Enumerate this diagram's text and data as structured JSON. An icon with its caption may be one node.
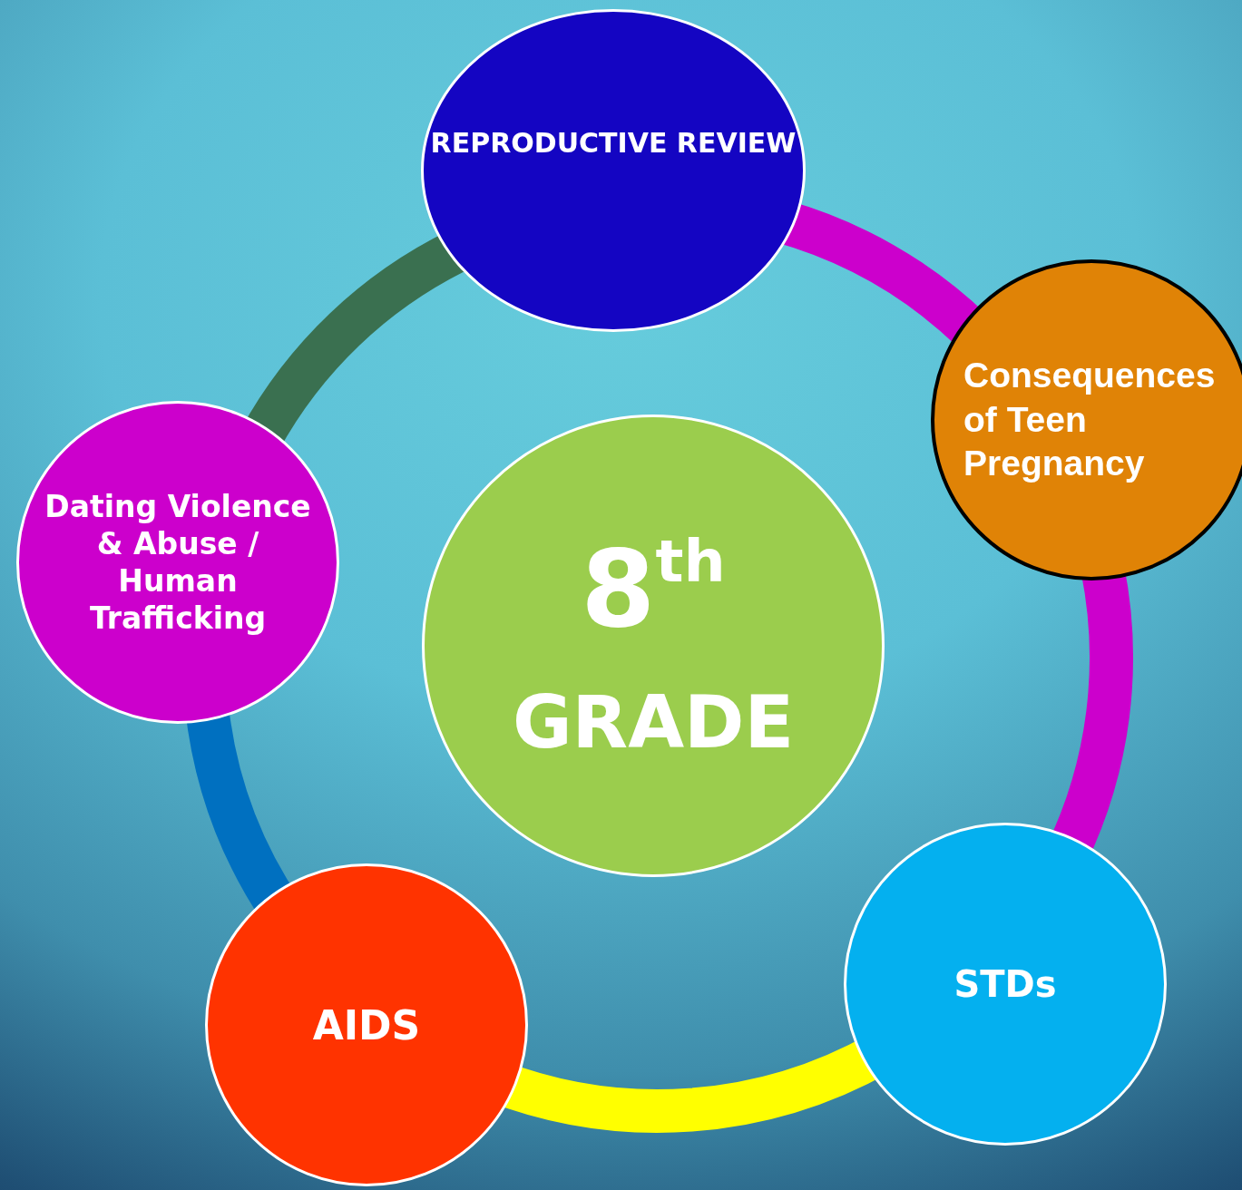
{
  "diagram": {
    "nodes": [
      {
        "text": [
          "REPRODUCTIVE REVIEW"
        ]
      },
      {
        "text": [
          "Consequences of Teen Pregnancy"
        ]
      },
      {
        "text": [
          "Dating Violence & Abuse / Human Trafficking"
        ]
      },
      {
        "text": [
          "8$^{th}$",
          "GRADE"
        ]
      },
      {
        "text": [
          "STDs"
        ]
      },
      {
        "text": [
          "AIDS"
        ]
      }
    ],
    "edges": [
      {
        "from": 0,
        "to": 1,
        "arrow": "none",
        "color": "#cc00cc"
      },
      {
        "from": 1,
        "to": 4,
        "arrow": "none",
        "color": "#cc00cc"
      },
      {
        "from": 4,
        "to": 5,
        "arrow": "none",
        "color": "#ffff00"
      },
      {
        "from": 5,
        "to": 2,
        "arrow": "none",
        "color": "#0070c0"
      },
      {
        "from": 2,
        "to": 0,
        "arrow": "none",
        "color": "#3a7050"
      }
    ]
  }
}
